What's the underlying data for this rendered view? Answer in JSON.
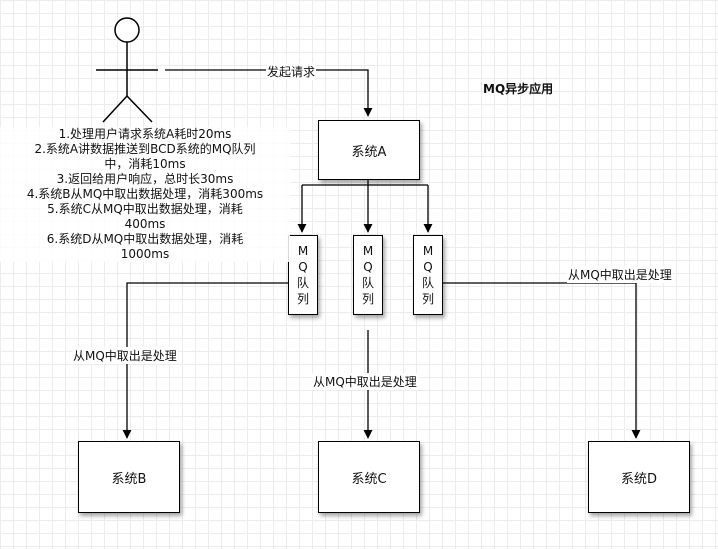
{
  "title": "MQ异步应用",
  "request_label": "发起请求",
  "nodes": {
    "system_a": "系统A",
    "system_b": "系统B",
    "system_c": "系统C",
    "system_d": "系统D"
  },
  "queues": [
    {
      "chars": [
        "M",
        "Q",
        "队",
        "列"
      ]
    },
    {
      "chars": [
        "M",
        "Q",
        "队",
        "列"
      ]
    },
    {
      "chars": [
        "M",
        "Q",
        "队",
        "列"
      ]
    }
  ],
  "edge_labels": {
    "to_b": "从MQ中取出是处理",
    "to_c": "从MQ中取出是处理",
    "to_d": "从MQ中取出是处理"
  },
  "notes": [
    "1.处理用户请求系统A耗时20ms",
    "2.系统A讲数据推送到BCD系统的MQ队列",
    "中，消耗10ms",
    "3.返回给用户响应，总时长30ms",
    "4.系统B从MQ中取出数据处理，消耗300ms",
    "5.系统C从MQ中取出数据处理，消耗",
    "400ms",
    "6.系统D从MQ中取出数据处理，消耗",
    "1000ms"
  ]
}
